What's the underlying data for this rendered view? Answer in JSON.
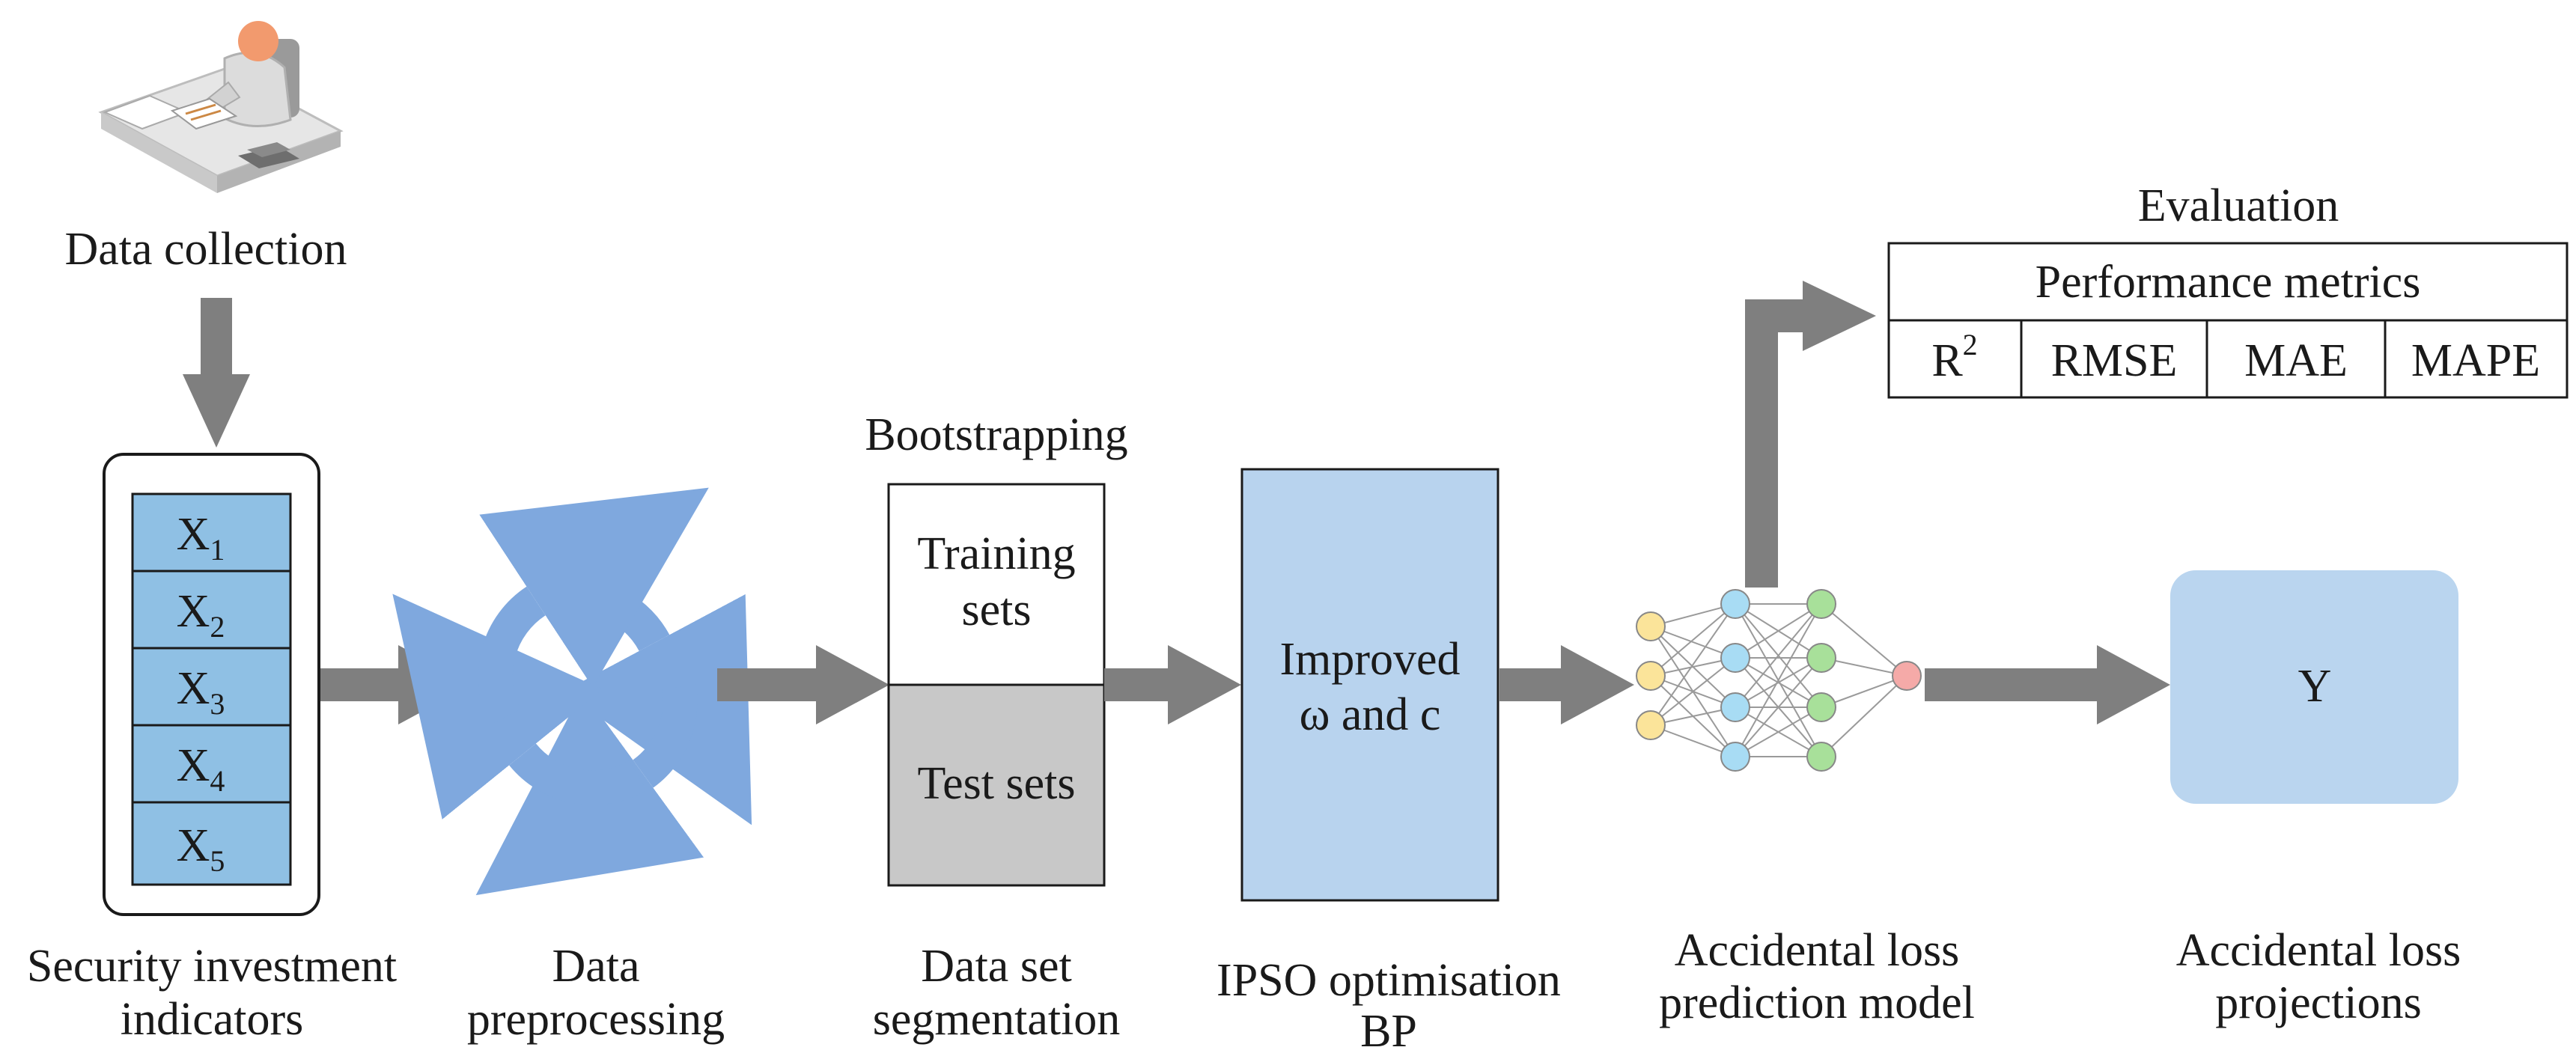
{
  "stages": {
    "data_collection": "Data collection",
    "indicators_1": "Security investment",
    "indicators_2": "indicators",
    "preprocessing_1": "Data",
    "preprocessing_2": "preprocessing",
    "bootstrapping": "Bootstrapping",
    "segmentation_1": "Data set",
    "segmentation_2": "segmentation",
    "ipso_1": "IPSO optimisation",
    "ipso_2": "BP",
    "model_1": "Accidental loss",
    "model_2": "prediction model",
    "projections_1": "Accidental loss",
    "projections_2": "projections"
  },
  "indicators": [
    {
      "base": "X",
      "sub": "1"
    },
    {
      "base": "X",
      "sub": "2"
    },
    {
      "base": "X",
      "sub": "3"
    },
    {
      "base": "X",
      "sub": "4"
    },
    {
      "base": "X",
      "sub": "5"
    }
  ],
  "split": {
    "training_1": "Training",
    "training_2": "sets",
    "test": "Test sets"
  },
  "improved": {
    "line1": "Improved",
    "line2": "ω and c"
  },
  "evaluation": {
    "title": "Evaluation",
    "header": "Performance metrics",
    "metrics": [
      {
        "base": "R",
        "sup": "2"
      },
      {
        "base": "RMSE",
        "sup": ""
      },
      {
        "base": "MAE",
        "sup": ""
      },
      {
        "base": "MAPE",
        "sup": ""
      }
    ]
  },
  "output": {
    "label": "Y"
  },
  "icons": [
    "person-at-desk-icon",
    "refresh-cycle-icon",
    "neural-network-icon"
  ],
  "colors": {
    "arrow": "#7f7f7f",
    "indicator_fill": "#8fc0e4",
    "improved_fill": "#b8d3ee",
    "test_fill": "#c8c8c8",
    "cycle": "#7fa8de",
    "output_fill": "#bad5ef",
    "nn_input": "#fbe49a",
    "nn_hidden1": "#a8dcf4",
    "nn_hidden2": "#a8e09a",
    "nn_output": "#f5aaa8"
  }
}
